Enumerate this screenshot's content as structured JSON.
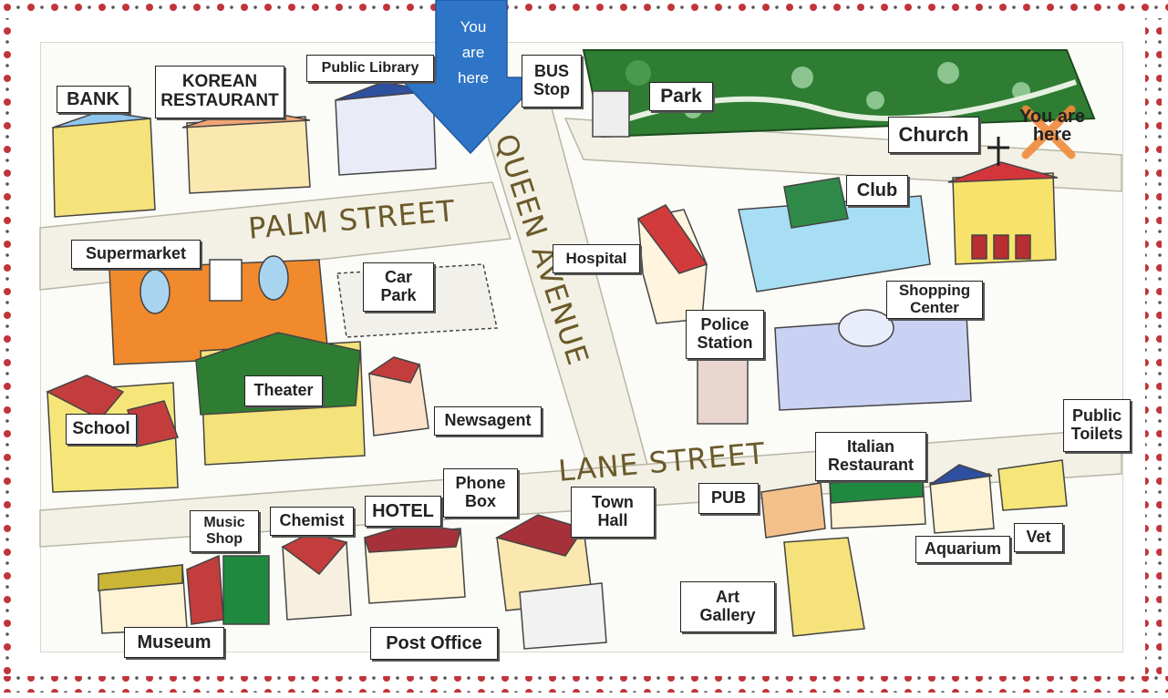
{
  "streets": {
    "palm": "PALM STREET",
    "queen": "QUEEN AVENUE",
    "lane": "LANE STREET"
  },
  "markers": {
    "you_are_here_arrow": "You\nare\nhere",
    "you_are_here_x": "You are\nhere",
    "arrow_color": "#2e75c7",
    "x_color": "#f08a3a"
  },
  "places": {
    "bank": "BANK",
    "korean_restaurant": "KOREAN\nRESTAURANT",
    "public_library": "Public Library",
    "bus_stop": "BUS\nStop",
    "park": "Park",
    "church": "Church",
    "club": "Club",
    "supermarket": "Supermarket",
    "car_park": "Car\nPark",
    "hospital": "Hospital",
    "shopping_center": "Shopping\nCenter",
    "police_station": "Police\nStation",
    "theater": "Theater",
    "school": "School",
    "newsagent": "Newsagent",
    "public_toilets": "Public\nToilets",
    "italian_restaurant": "Italian\nRestaurant",
    "phone_box": "Phone\nBox",
    "town_hall": "Town\nHall",
    "pub": "PUB",
    "music_shop": "Music\nShop",
    "chemist": "Chemist",
    "hotel": "HOTEL",
    "aquarium": "Aquarium",
    "vet": "Vet",
    "art_gallery": "Art\nGallery",
    "museum": "Museum",
    "post_office": "Post Office"
  }
}
